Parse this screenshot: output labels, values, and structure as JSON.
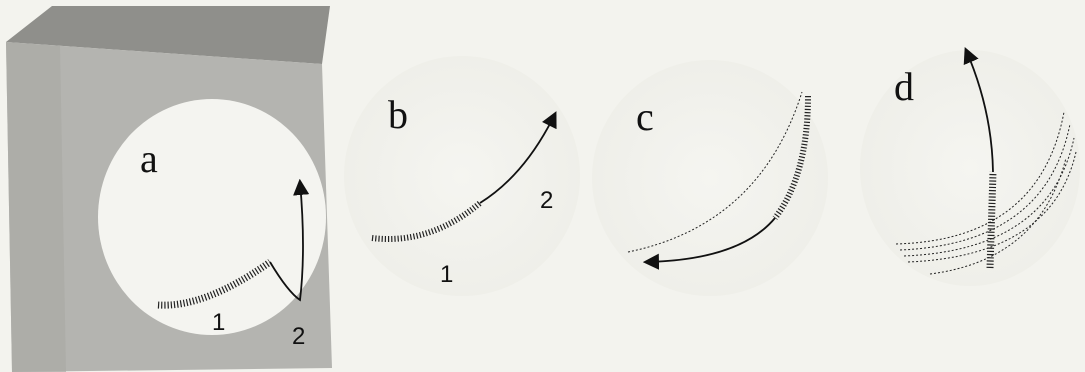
{
  "panels": {
    "a": {
      "letter": "a",
      "labels": [
        "1",
        "2"
      ]
    },
    "b": {
      "letter": "b",
      "labels": [
        "1",
        "2"
      ]
    },
    "c": {
      "letter": "c"
    },
    "d": {
      "letter": "d"
    }
  },
  "colors": {
    "background": "#f3f3ee",
    "block_light": "#c8c8c4",
    "block_mid": "#aeaeaa",
    "block_dark": "#8f8f8b",
    "disc": "#f7f7f4",
    "ink": "#111111"
  }
}
